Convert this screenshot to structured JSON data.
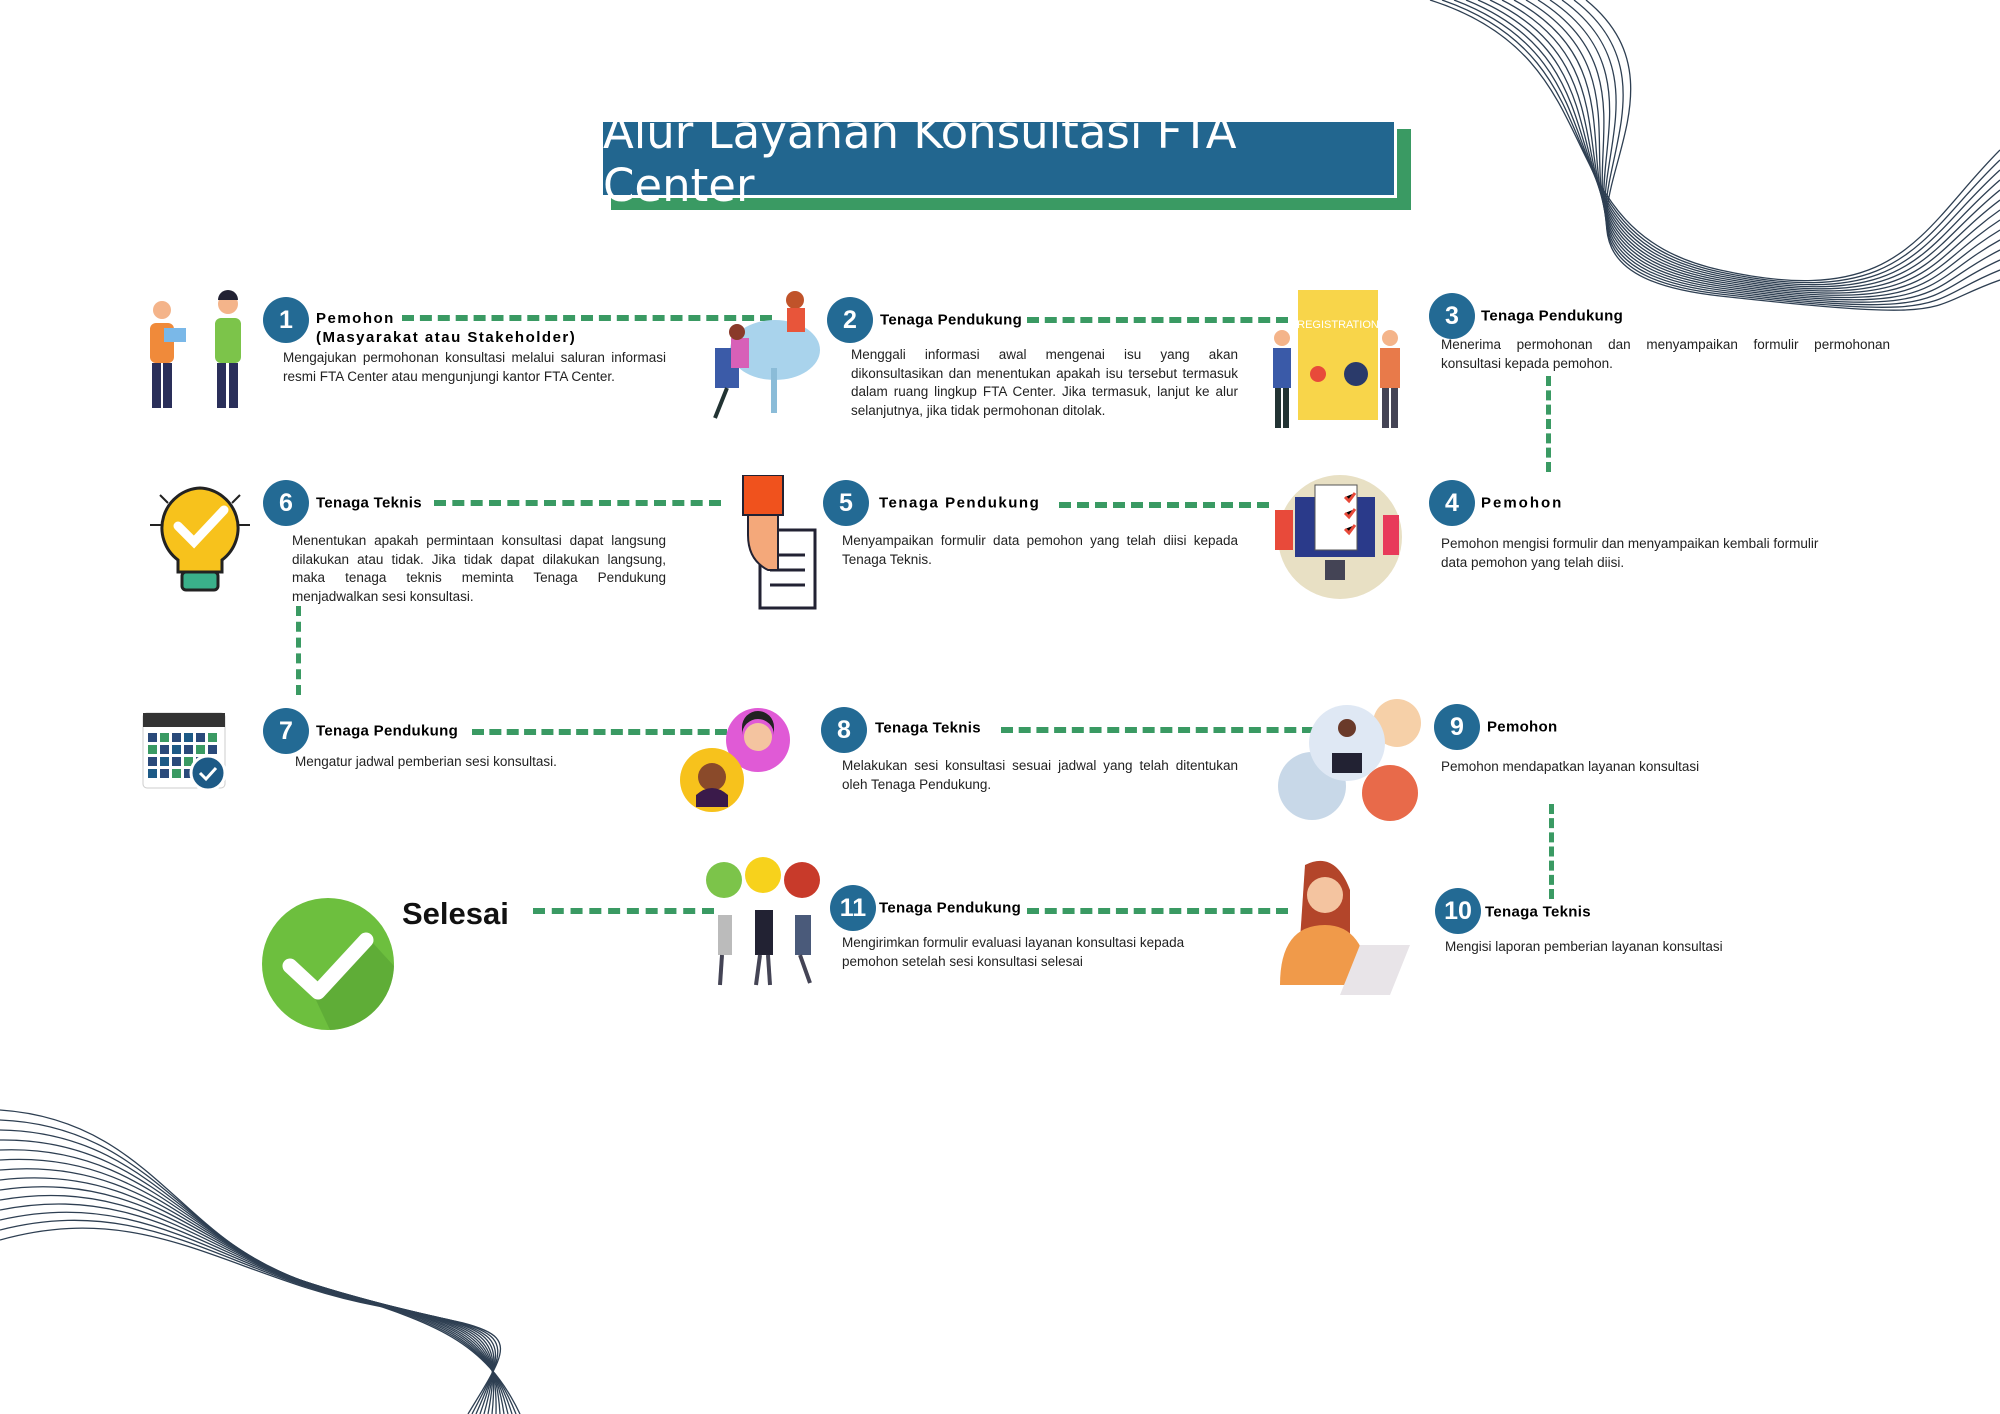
{
  "title": "Alur Layanan Konsultasi FTA Center",
  "steps": [
    {
      "num": "1",
      "actor": "Pemohon",
      "actor2": "(Masyarakat atau Stakeholder)",
      "desc": "Mengajukan permohonan konsultasi melalui saluran informasi resmi FTA Center atau mengunjungi kantor FTA Center."
    },
    {
      "num": "2",
      "actor": "Tenaga Pendukung",
      "desc": "Menggali informasi awal mengenai isu yang akan dikonsultasikan dan menentukan apakah isu tersebut termasuk dalam ruang lingkup FTA Center. Jika termasuk, lanjut ke alur selanjutnya, jika tidak permohonan ditolak."
    },
    {
      "num": "3",
      "actor": "Tenaga Pendukung",
      "desc": "Menerima permohonan dan menyampaikan formulir permohonan konsultasi kepada pemohon."
    },
    {
      "num": "4",
      "actor": "Pemohon",
      "desc": "Pemohon mengisi formulir dan menyampaikan kembali formulir data pemohon yang telah diisi."
    },
    {
      "num": "5",
      "actor": "Tenaga Pendukung",
      "desc": "Menyampaikan formulir data pemohon yang telah diisi kepada Tenaga Teknis."
    },
    {
      "num": "6",
      "actor": "Tenaga Teknis",
      "desc": "Menentukan apakah permintaan konsultasi dapat langsung dilakukan atau tidak. Jika tidak dapat dilakukan langsung, maka tenaga teknis meminta Tenaga Pendukung  menjadwalkan sesi konsultasi."
    },
    {
      "num": "7",
      "actor": "Tenaga Pendukung",
      "desc": "Mengatur jadwal pemberian sesi konsultasi."
    },
    {
      "num": "8",
      "actor": "Tenaga Teknis",
      "desc": "Melakukan sesi konsultasi sesuai jadwal yang telah ditentukan oleh Tenaga Pendukung."
    },
    {
      "num": "9",
      "actor": "Pemohon",
      "desc": "Pemohon mendapatkan layanan konsultasi"
    },
    {
      "num": "10",
      "actor": "Tenaga Teknis",
      "desc": "Mengisi laporan pemberian layanan konsultasi"
    },
    {
      "num": "11",
      "actor": "Tenaga Pendukung",
      "desc": "Mengirimkan formulir evaluasi layanan konsultasi kepada pemohon setelah sesi konsultasi selesai"
    }
  ],
  "finish": "Selesai",
  "illustrations": {
    "registration": "REGISTRATION"
  },
  "colors": {
    "primary": "#236a94",
    "accent": "#3a9a63",
    "check": "#6dbf3e"
  }
}
